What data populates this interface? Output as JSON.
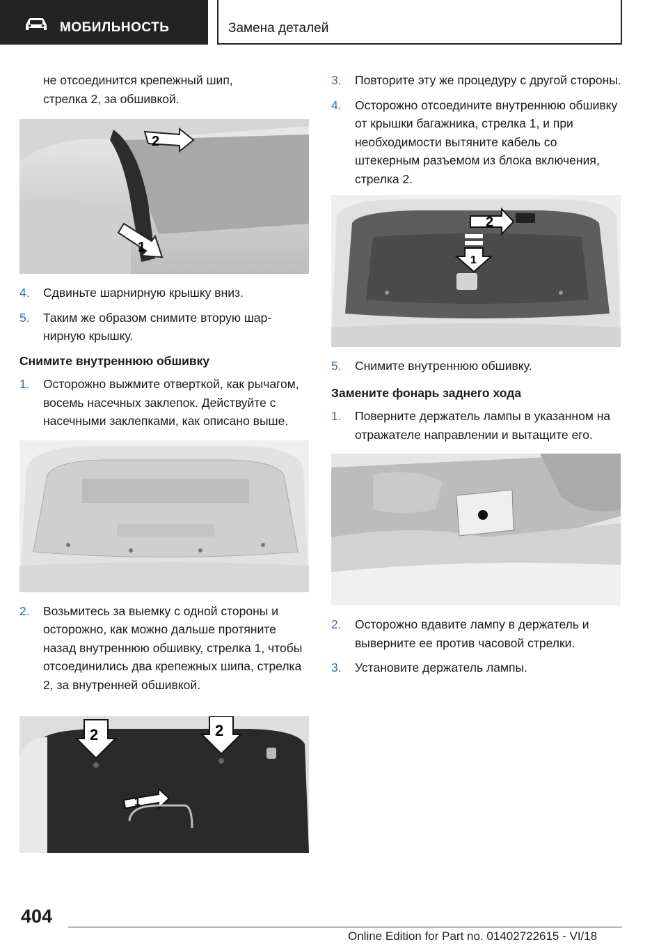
{
  "header": {
    "section": "МОБИЛЬНОСТЬ",
    "subsection": "Замена деталей"
  },
  "left": {
    "intro_line1": "не отсоединится крепежный шип,",
    "intro_line2": "стрелка 2, за обшивкой.",
    "fig1_labels": [
      "2",
      "1"
    ],
    "steps_a": [
      {
        "num": "4.",
        "text": "Сдвиньте шарнирную крышку вниз."
      },
      {
        "num": "5.",
        "text": "Таким же образом снимите вторую шар­нирную крышку."
      }
    ],
    "heading": "Снимите внутреннюю обшивку",
    "steps_b": [
      {
        "num": "1.",
        "text": "Осторожно выжмите отверткой, как рыча­гом, восемь насечных заклепок. Дей­ствуйте с насечными заклепками, как опи­сано выше."
      }
    ],
    "steps_c": [
      {
        "num": "2.",
        "text": "Возьмитесь за выемку с одной стороны и осторожно, как можно дальше протяните назад внутреннюю обшивку, стрелка 1, чтобы отсоединились два крепежных шипа, стрелка 2, за внутренней обшивкой."
      }
    ],
    "fig3_labels": [
      "2",
      "2",
      "1"
    ]
  },
  "right": {
    "steps_a": [
      {
        "num": "3.",
        "text": "Повторите эту же процедуру с другой сто­роны."
      },
      {
        "num": "4.",
        "text": "Осторожно отсоедините внутреннюю об­шивку от крышки багажника, стрелка 1, и при необходимости вытяните кабель со штекерным разъемом из блока включения, стрелка 2."
      }
    ],
    "fig4_labels": [
      "2",
      "1"
    ],
    "steps_b": [
      {
        "num": "5.",
        "text": "Снимите внутреннюю обшивку."
      }
    ],
    "heading": "Замените фонарь заднего хода",
    "steps_c": [
      {
        "num": "1.",
        "text": "Поверните держатель лампы в указанном на отражателе направлении и вытащите его."
      }
    ],
    "steps_d": [
      {
        "num": "2.",
        "text": "Осторожно вдавите лампу в держатель и выверните ее против часовой стрелки."
      },
      {
        "num": "3.",
        "text": "Установите держатель лампы."
      }
    ]
  },
  "footer": {
    "page_number": "404",
    "edition": "Online Edition for Part no. 01402722615 - VI/18"
  },
  "colors": {
    "header_bg": "#232323",
    "step_number": "#2f6fb0"
  }
}
